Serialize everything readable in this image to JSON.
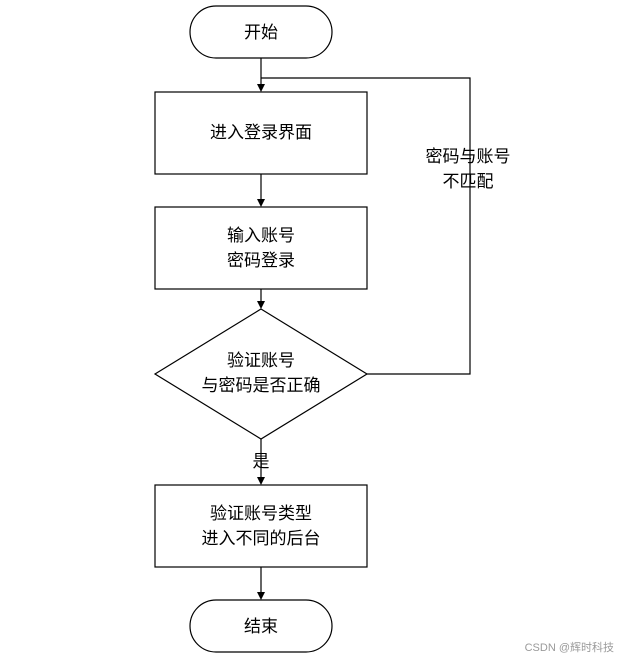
{
  "nodes": {
    "start": {
      "label": "开始"
    },
    "enter_login": {
      "label": "进入登录界面"
    },
    "input_account": {
      "line1": "输入账号",
      "line2": "密码登录"
    },
    "verify": {
      "line1": "验证账号",
      "line2": "与密码是否正确"
    },
    "verify_type": {
      "line1": "验证账号类型",
      "line2": "进入不同的后台"
    },
    "end": {
      "label": "结束"
    }
  },
  "edges": {
    "mismatch": {
      "line1": "密码与账号",
      "line2": "不匹配"
    },
    "yes": {
      "label": "是"
    }
  },
  "watermark": "CSDN @辉时科技"
}
